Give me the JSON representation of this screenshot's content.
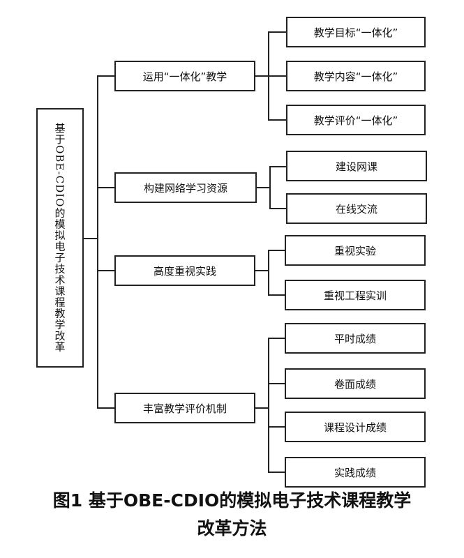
{
  "root": {
    "label": "基于OBE-CDIO的模拟电子技术课程教学改革"
  },
  "branches": [
    {
      "label": "运用“一体化”教学",
      "children": [
        "教学目标“一体化”",
        "教学内容“一体化”",
        "教学评价“一体化”"
      ]
    },
    {
      "label": "构建网络学习资源",
      "children": [
        "建设网课",
        "在线交流"
      ]
    },
    {
      "label": "高度重视实践",
      "children": [
        "重视实验",
        "重视工程实训"
      ]
    },
    {
      "label": "丰富教学评价机制",
      "children": [
        "平时成绩",
        "卷面成绩",
        "课程设计成绩",
        "实践成绩"
      ]
    }
  ],
  "caption": {
    "line1": "图1  基于OBE-CDIO的模拟电子技术课程教学",
    "line2": "改革方法"
  }
}
